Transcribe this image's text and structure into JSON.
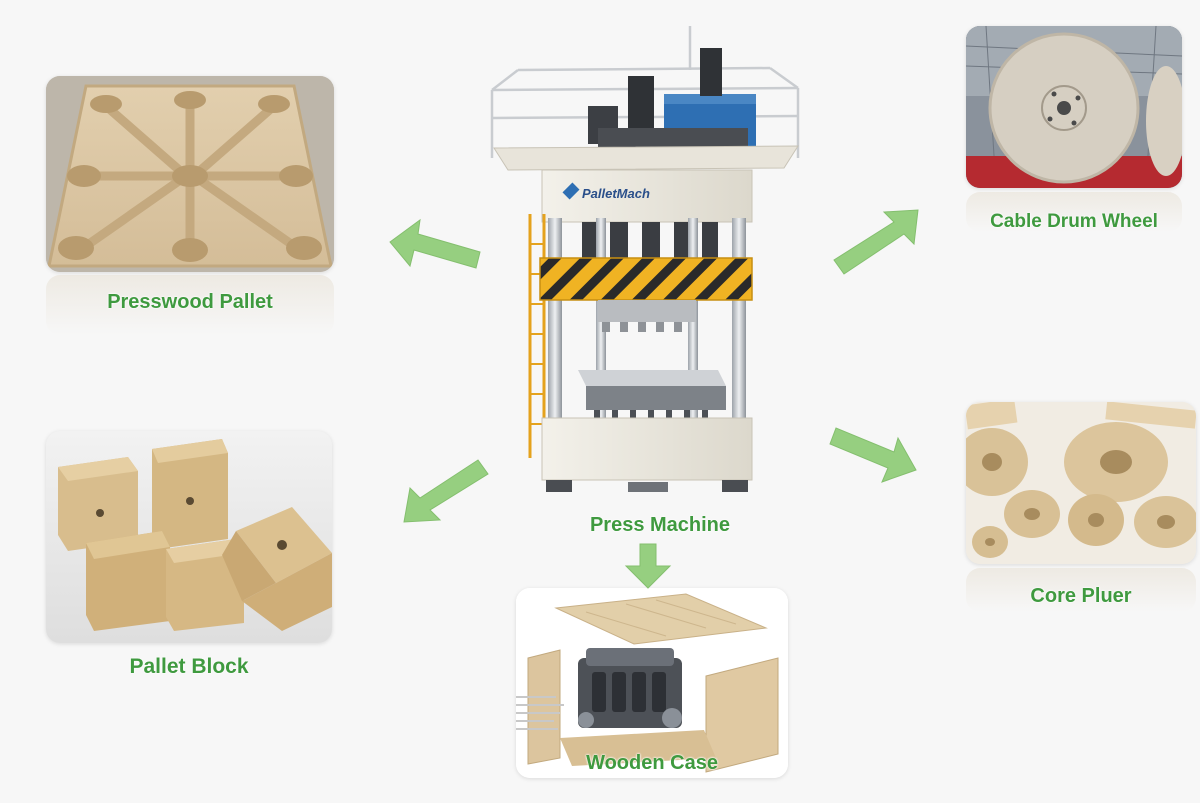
{
  "center": {
    "label": "Press Machine",
    "brand": "PalletMach"
  },
  "products": [
    {
      "label": "Presswood Pallet"
    },
    {
      "label": "Cable Drum Wheel"
    },
    {
      "label": "Pallet Block"
    },
    {
      "label": "Core Pluer"
    },
    {
      "label": "Wooden Case"
    }
  ],
  "colors": {
    "label_green": "#3f9a3f",
    "arrow_green": "#96cf80",
    "wood": "#dcc9a6",
    "machine_body": "#ebe8df",
    "machine_yellow": "#f0b323",
    "machine_blue": "#2e6fb3"
  }
}
